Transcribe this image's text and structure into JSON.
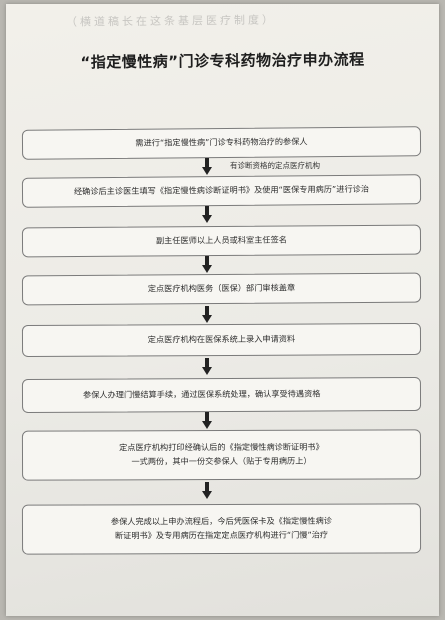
{
  "header_bleed": "（横道稿长在这条基层医疗制度）",
  "title": "“指定慢性病”门诊专科药物治疗申办流程",
  "side_note": "有诊断资格的定点医疗机构",
  "steps": [
    {
      "text": "需进行“指定慢性病”门诊专科药物治疗的参保人"
    },
    {
      "text": "经确诊后主诊医生填写《指定慢性病诊断证明书》及使用“医保专用病历”进行诊治"
    },
    {
      "text": "副主任医师以上人员或科室主任签名"
    },
    {
      "text": "定点医疗机构医务（医保）部门审核盖章"
    },
    {
      "text": "定点医疗机构在医保系统上录入申请资料"
    },
    {
      "text": "参保人办理门慢结算手续，通过医保系统处理，确认享受待遇资格"
    },
    {
      "line1": "定点医疗机构打印经确认后的《指定慢性病诊断证明书》",
      "line2": "一式两份，其中一份交参保人（贴于专用病历上）"
    },
    {
      "line1": "参保人完成以上申办流程后，今后凭医保卡及《指定慢性病诊",
      "line2": "断证明书》及专用病历在指定定点医疗机构进行“门慢”治疗"
    }
  ]
}
